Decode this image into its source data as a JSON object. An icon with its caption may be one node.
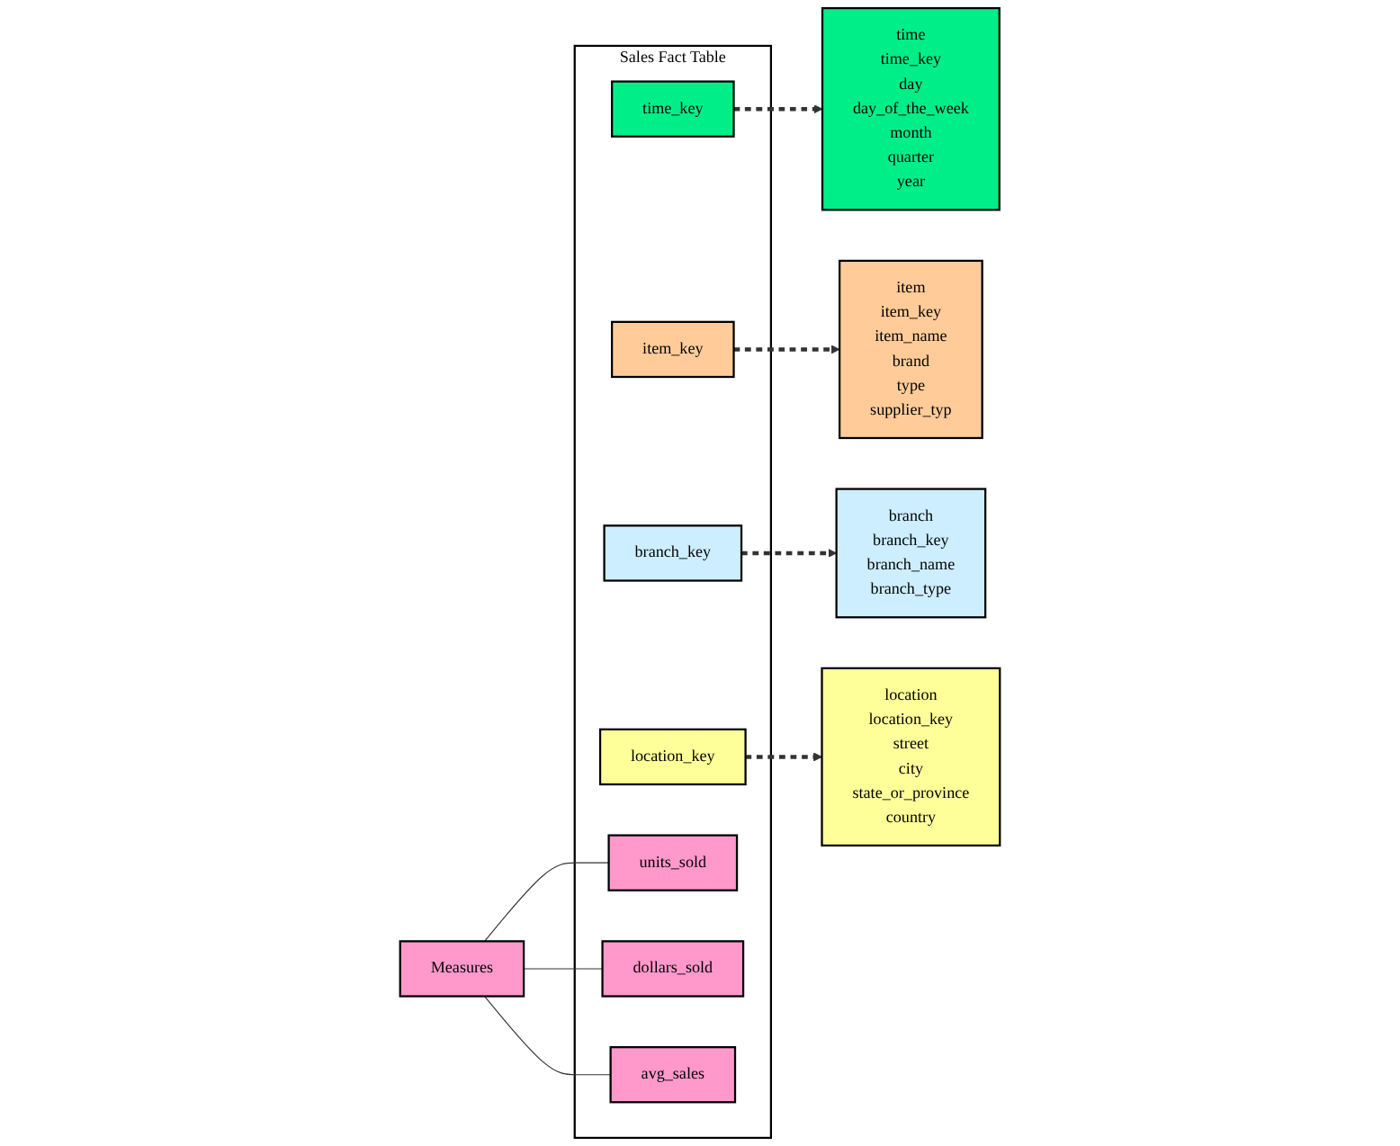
{
  "diagram": {
    "nodes": [
      {
        "text": [
          "time",
          "time_key",
          "day",
          "day_of_the_week",
          "month",
          "quarter",
          "year"
        ]
      },
      {
        "text": [
          "item",
          "item_key",
          "item_name",
          "brand",
          "type",
          "supplier_typ"
        ]
      },
      {
        "text": [
          "Sales Fact Table"
        ]
      },
      {
        "text": [
          "time_key"
        ],
        "in": 2
      },
      {
        "text": [
          "item_key"
        ],
        "in": 2
      },
      {
        "text": [
          "branch_key"
        ],
        "in": 2
      },
      {
        "text": [
          "location_key"
        ],
        "in": 2
      },
      {
        "text": [
          "units_sold"
        ],
        "in": 2
      },
      {
        "text": [
          "dollars_sold"
        ],
        "in": 2
      },
      {
        "text": [
          "avg_sales"
        ],
        "in": 2
      },
      {
        "text": [
          "branch",
          "branch_key",
          "branch_name",
          "branch_type"
        ]
      },
      {
        "text": [
          "location",
          "location_key",
          "street",
          "city",
          "state_or_province",
          "country"
        ]
      },
      {
        "text": [
          "Measures"
        ]
      }
    ],
    "edges": [
      {
        "from": 3,
        "to": 0,
        "arrow": "to",
        "style": "dashed"
      },
      {
        "from": 4,
        "to": 1,
        "arrow": "to",
        "style": "dashed"
      },
      {
        "from": 5,
        "to": 10,
        "arrow": "to",
        "style": "dashed"
      },
      {
        "from": 6,
        "to": 11,
        "arrow": "to",
        "style": "dashed"
      },
      {
        "from": 12,
        "to": 7,
        "arrow": "none"
      },
      {
        "from": 12,
        "to": 8,
        "arrow": "none"
      },
      {
        "from": 12,
        "to": 9,
        "arrow": "none"
      }
    ]
  }
}
